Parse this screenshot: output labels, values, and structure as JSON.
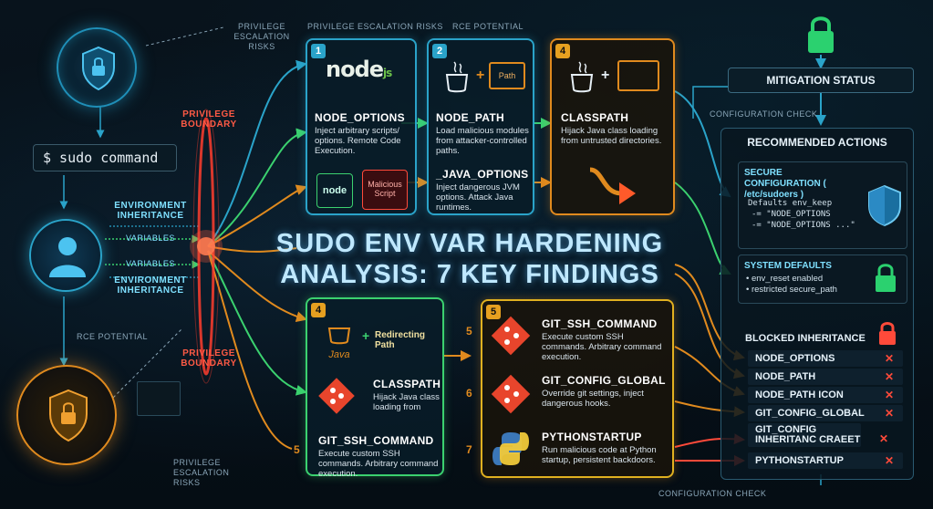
{
  "title_line1": "SUDO ENV VAR HARDENING",
  "title_line2": "ANALYSIS: 7 KEY FINDINGS",
  "top_labels": {
    "priv_left": "PRIVILEGE ESCALATION RISKS",
    "priv_center": "PRIVILEGE ESCALATION RISKS",
    "rce": "RCE POTENTIAL"
  },
  "left": {
    "command": "$ sudo command",
    "boundary_top": "PRIVILEGE BOUNDARY",
    "boundary_bottom": "PRIVILEGE BOUNDARY",
    "env_inherit_1": "ENVIRONMENT INHERITANCE",
    "variables_1": "VARIABLES",
    "variables_2": "VARIABLES",
    "env_inherit_2": "ENVIRONMENT INHERITANCE",
    "rce": "RCE POTENTIAL",
    "priv_bottom": "PRIVILEGE ESCALATION RISKS"
  },
  "cards_top": [
    {
      "num": "1",
      "logo": "node",
      "title": "NODE_OPTIONS",
      "desc": "Inject arbitrary scripts/ options. Remote Code Execution.",
      "mini_logo": "node",
      "mini_label": "Malicious Script"
    },
    {
      "num": "2",
      "plus": "+",
      "folder_label": "Path",
      "title": "NODE_PATH",
      "desc": "Load malicious modules from attacker-controlled paths.",
      "title2": "_JAVA_OPTIONS",
      "desc2": "Inject dangerous JVM options. Attack Java runtimes."
    },
    {
      "num": "4",
      "plus": "+",
      "title": "CLASSPATH",
      "desc": "Hijack Java class loading from untrusted directories."
    }
  ],
  "cards_bottom_left": {
    "num": "4",
    "java_label": "Java",
    "plus": "+",
    "redirect": "Redirecting Path",
    "item1_title": "CLASSPATH",
    "item1_desc": "Hijack Java class loading from",
    "item2_title": "GIT_SSH_COMMAND",
    "item2_desc": "Execute custom SSH commands. Arbitrary command execution.",
    "side_num": "5"
  },
  "cards_bottom_right": {
    "num": "5",
    "items": [
      {
        "n": "5",
        "title": "GIT_SSH_COMMAND",
        "desc": "Execute custom SSH commands. Arbitrary command execution."
      },
      {
        "n": "6",
        "title": "GIT_CONFIG_GLOBAL",
        "desc": "Override git settings, inject dangerous hooks."
      },
      {
        "n": "7",
        "title": "PYTHONSTARTUP",
        "desc": "Run malicious code at Python startup, persistent backdoors."
      }
    ]
  },
  "right": {
    "mitigation": "MITIGATION STATUS",
    "config_check": "CONFIGURATION CHECK",
    "recommended": "RECOMMENDED ACTIONS",
    "secure_title": "SECURE CONFIGURATION ( /etc/sudoers )",
    "secure_code": [
      "Defaults env_keep",
      "-= \"NODE_OPTIONS",
      "-= \"NODE_OPTIONS ...\""
    ],
    "sys_title": "SYSTEM DEFAULTS",
    "sys_items": [
      "• env_reset enabled",
      "• restricted secure_path"
    ],
    "blocked": "BLOCKED INHERITANCE",
    "blocked_rows": [
      "NODE_OPTIONS",
      "NODE_PATH",
      "NODE_PATH ICON",
      "GIT_CONFIG_GLOBAL",
      "GIT_CONFIG INHERITANC CRAEET",
      "PYTHONSTARTUP"
    ],
    "config_check_bottom": "CONFIGURATION CHECK"
  },
  "colors": {
    "cyan": "#2aa3c9",
    "orange": "#e08a1e",
    "green": "#3bd16f",
    "red": "#ff4a3a"
  }
}
